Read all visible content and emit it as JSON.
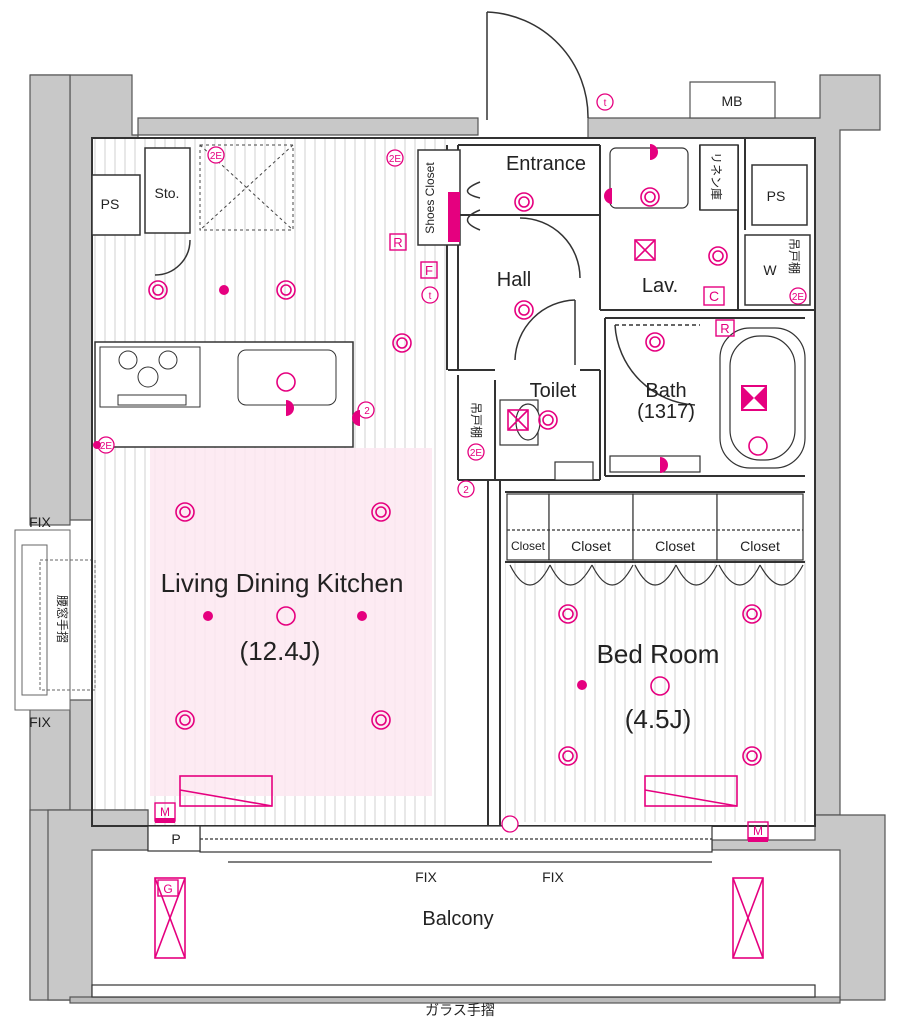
{
  "rooms": {
    "ldk": "Living Dining Kitchen",
    "ldk_size": "(12.4J)",
    "bed": "Bed Room",
    "bed_size": "(4.5J)",
    "entrance": "Entrance",
    "hall": "Hall",
    "toilet": "Toilet",
    "lav": "Lav.",
    "bath": "Bath",
    "bath_size": "(1317)",
    "balcony": "Balcony"
  },
  "labels": {
    "ps_left": "PS",
    "ps_right": "PS",
    "mb": "MB",
    "sto": "Sto.",
    "shoes_closet": "Shoes Closet",
    "linen": "リネン庫",
    "w": "W",
    "closet_small": "Closet",
    "closet": "Closet",
    "fix": "FIX",
    "p": "P",
    "glass_rail": "ガラス手摺",
    "window_left": "腰窓手摺",
    "shelf_toilet": "吊戸棚",
    "shelf_wash": "吊戸棚",
    "r": "R",
    "f": "F",
    "c": "C",
    "m": "M",
    "g": "G",
    "t": "t",
    "e2": "2E",
    "two": "2"
  },
  "colors": {
    "wall": "#c8c8c8",
    "accent": "#e5007f",
    "floor_line": "#cfcfcf",
    "rug": "#fde8f1"
  }
}
